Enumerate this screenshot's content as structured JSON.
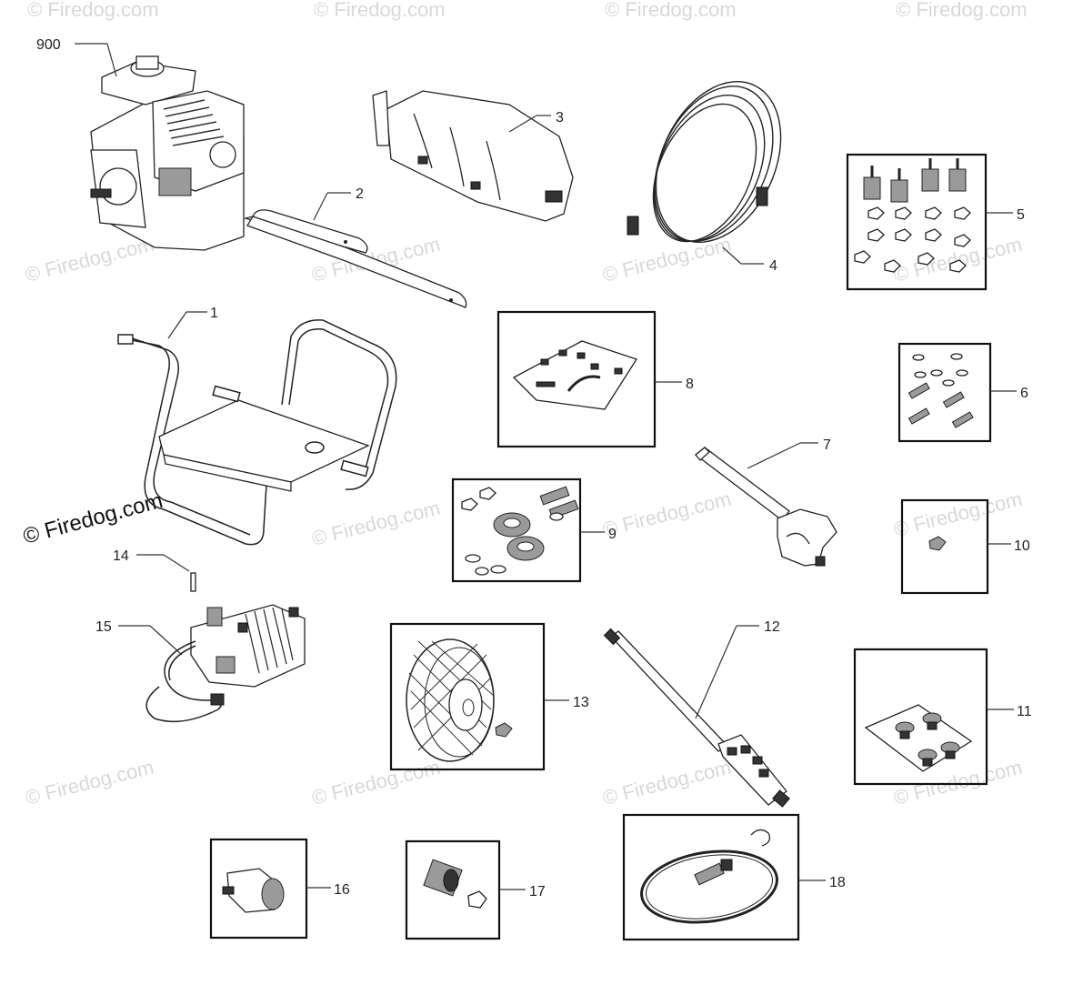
{
  "watermark": {
    "text": "© Firedog.com",
    "prominent_text": "© Firedog.com"
  },
  "labels": {
    "p900": "900",
    "p1": "1",
    "p2": "2",
    "p3": "3",
    "p4": "4",
    "p5": "5",
    "p6": "6",
    "p7": "7",
    "p8": "8",
    "p9": "9",
    "p10": "10",
    "p11": "11",
    "p12": "12",
    "p13": "13",
    "p14": "14",
    "p15": "15",
    "p16": "16",
    "p17": "17",
    "p18": "18"
  },
  "colors": {
    "ink": "#222222",
    "watermark": "#d8d8d8",
    "background": "#ffffff"
  }
}
